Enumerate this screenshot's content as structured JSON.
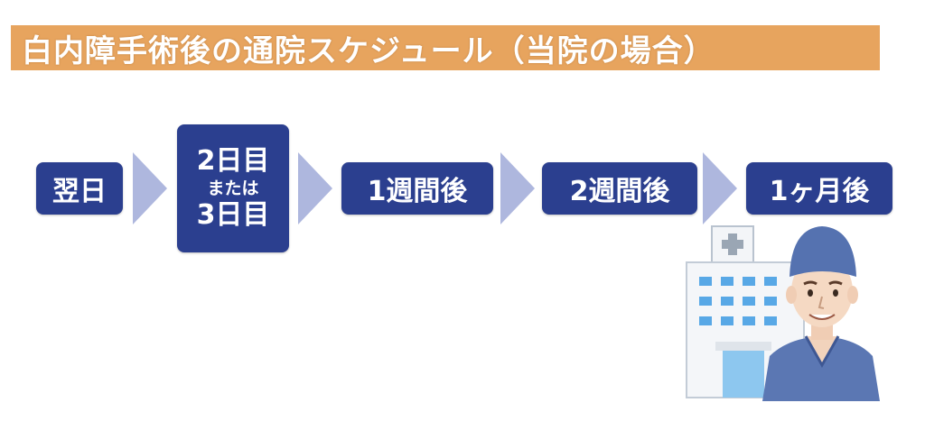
{
  "title": "白内障手術後の通院スケジュール（当院の場合）",
  "steps": [
    {
      "label": "翌日"
    },
    {
      "line1": "2日目",
      "line2": "または",
      "line3": "3日目"
    },
    {
      "label": "1週間後"
    },
    {
      "label": "2週間後"
    },
    {
      "label": "1ヶ月後"
    }
  ],
  "colors": {
    "title_bg": "#e7a45e",
    "step_bg": "#2b3f8f",
    "arrow": "#aeb7de"
  },
  "illustration": {
    "building_icon": "hospital-building-icon",
    "person_icon": "doctor-icon"
  }
}
